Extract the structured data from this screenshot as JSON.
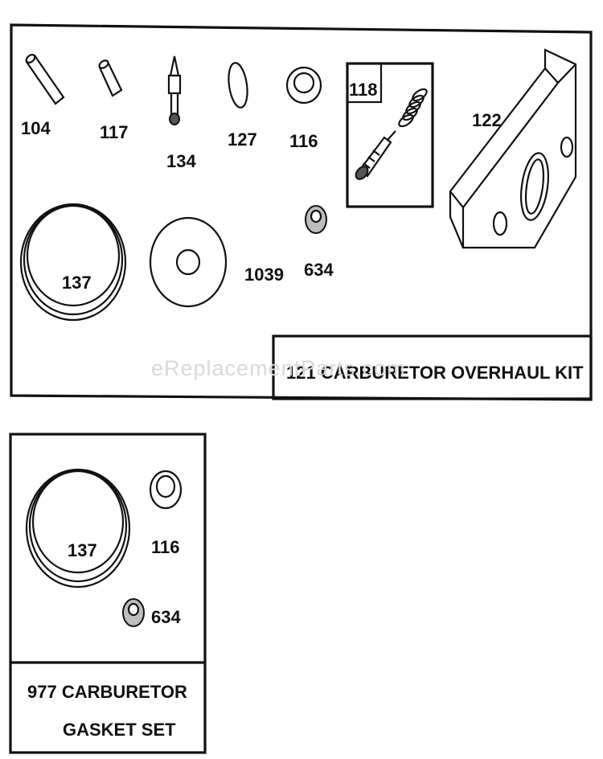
{
  "watermark": "eReplacementParts.com",
  "overhaul_kit": {
    "title": "121 CARBURETOR OVERHAUL KIT",
    "parts": {
      "p104": "104",
      "p117": "117",
      "p134": "134",
      "p127": "127",
      "p116": "116",
      "p118": "118",
      "p122": "122",
      "p137": "137",
      "p1039": "1039",
      "p634": "634"
    }
  },
  "gasket_set": {
    "title_line1": "977 CARBURETOR",
    "title_line2": "GASKET SET",
    "parts": {
      "p137": "137",
      "p116": "116",
      "p634": "634"
    }
  }
}
